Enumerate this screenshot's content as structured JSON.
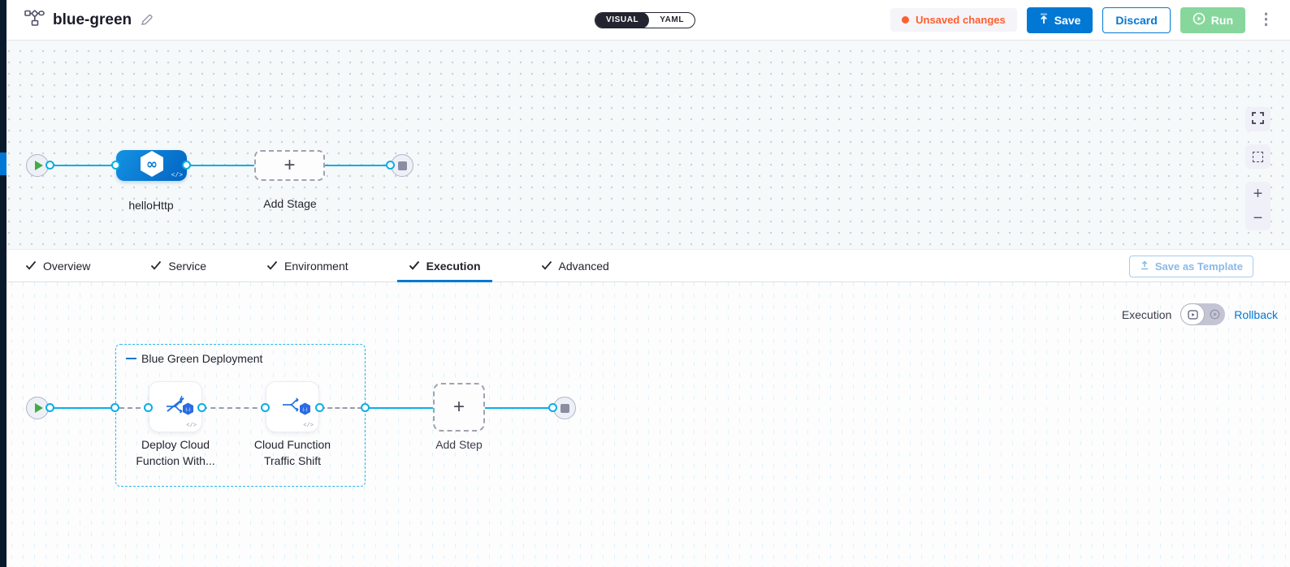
{
  "header": {
    "title": "blue-green",
    "mode_toggle": {
      "visual": "VISUAL",
      "yaml": "YAML"
    },
    "unsaved_badge": "Unsaved changes",
    "save_label": "Save",
    "discard_label": "Discard",
    "run_label": "Run"
  },
  "stage_canvas": {
    "stage_label": "helloHttp",
    "add_stage_label": "Add Stage"
  },
  "tabs": {
    "items": [
      {
        "label": "Overview"
      },
      {
        "label": "Service"
      },
      {
        "label": "Environment"
      },
      {
        "label": "Execution"
      },
      {
        "label": "Advanced"
      }
    ],
    "active_tab": "Execution",
    "save_as_template_label": "Save as Template"
  },
  "execution_canvas": {
    "mode_label": "Execution",
    "rollback_label": "Rollback",
    "group_title": "Blue Green Deployment",
    "steps": [
      {
        "label_line1": "Deploy Cloud",
        "label_line2": "Function With..."
      },
      {
        "label_line1": "Cloud Function",
        "label_line2": "Traffic Shift"
      }
    ],
    "add_step_label": "Add Step"
  },
  "icons": {
    "more_options": "⋮",
    "plus": "+",
    "zoom_in": "+",
    "zoom_out": "−",
    "infinity": "∞",
    "code": "</>",
    "badge_glyph": "(-)"
  },
  "colors": {
    "accent_blue": "#0278d5",
    "connector_cyan": "#0aaee6",
    "unsaved_orange": "#ff5f2e",
    "run_green": "#87d79d",
    "play_green": "#42ab45",
    "dark_nav": "#081a2c"
  }
}
